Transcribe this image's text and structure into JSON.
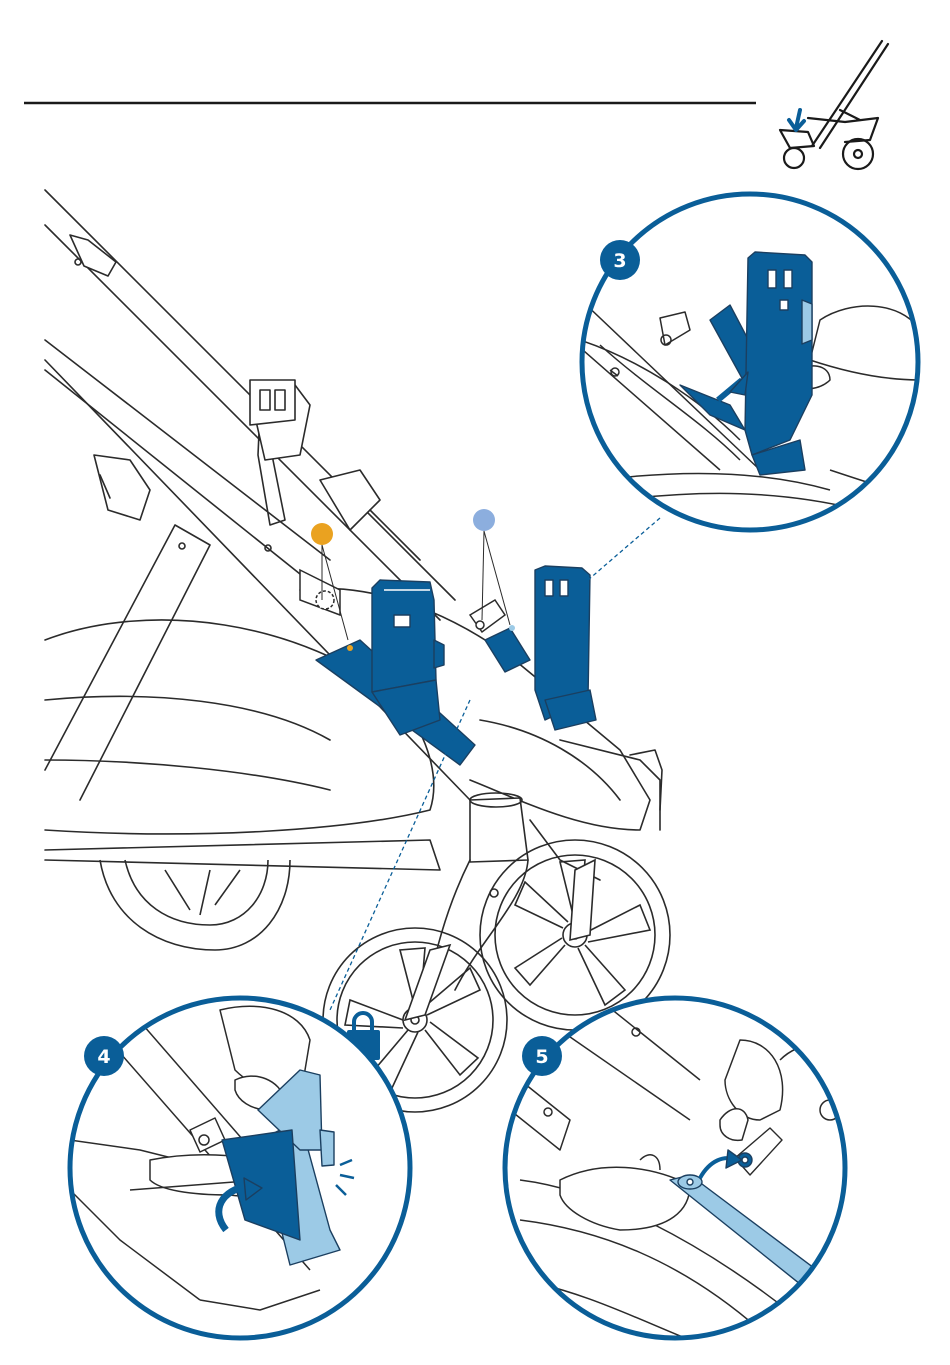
{
  "colors": {
    "brand_blue": "#0a5e98",
    "light_blue": "#9ccae6",
    "dot_orange": "#eaa220",
    "dot_blue": "#8caede",
    "line": "#2b2b2b"
  },
  "icons": {
    "stroller_thumbnail": "stroller-adapter-icon",
    "lock": "lock-icon"
  },
  "steps": [
    {
      "number": "3"
    },
    {
      "number": "4"
    },
    {
      "number": "5"
    }
  ]
}
